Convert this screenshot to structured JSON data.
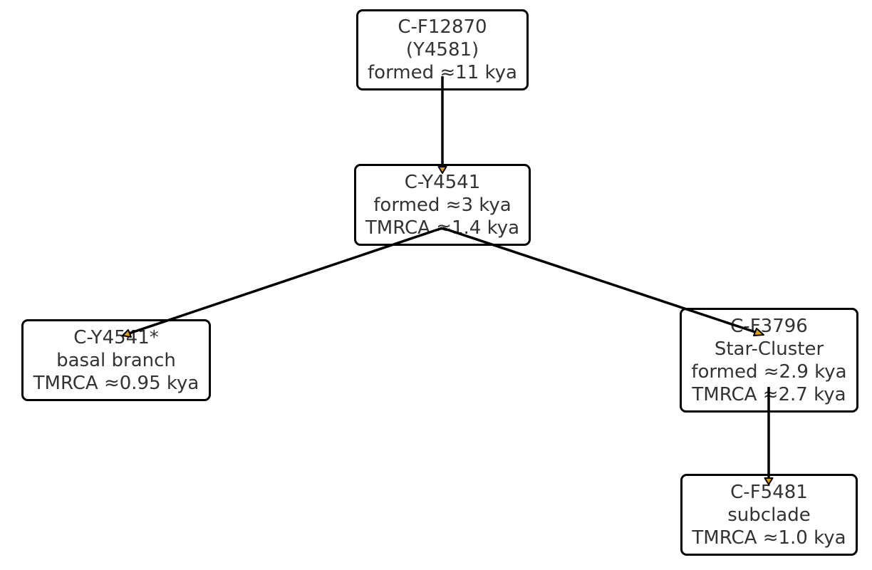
{
  "diagram": {
    "nodes": [
      {
        "id": "n1",
        "name": "node-c-f12870",
        "lines": [
          "C-F12870",
          "(Y4581)",
          "formed ≈11 kya"
        ]
      },
      {
        "id": "n2",
        "name": "node-c-y4541",
        "lines": [
          "C-Y4541",
          "formed ≈3 kya",
          "TMRCA ≈1.4 kya"
        ]
      },
      {
        "id": "n3",
        "name": "node-c-y4541-basal",
        "lines": [
          "C-Y4541*",
          "basal branch",
          "TMRCA ≈0.95 kya"
        ]
      },
      {
        "id": "n4",
        "name": "node-c-f3796",
        "lines": [
          "C-F3796",
          "Star-Cluster",
          "formed ≈2.9 kya",
          "TMRCA ≈2.7 kya"
        ]
      },
      {
        "id": "n5",
        "name": "node-c-f5481",
        "lines": [
          "C-F5481",
          "subclade",
          "TMRCA ≈1.0 kya"
        ]
      }
    ],
    "edges": [
      {
        "from": "n1",
        "to": "n2"
      },
      {
        "from": "n2",
        "to": "n3"
      },
      {
        "from": "n2",
        "to": "n4"
      },
      {
        "from": "n4",
        "to": "n5"
      }
    ],
    "colors": {
      "box_border": "#000000",
      "box_fill": "#ffffff",
      "text": "#333333",
      "edge": "#000000",
      "arrowhead": "#e0a000"
    }
  }
}
